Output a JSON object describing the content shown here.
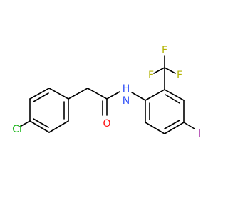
{
  "molecule": {
    "atoms": {
      "chlorine": "Cl",
      "oxygen": "O",
      "nitrogen": "N",
      "hydrogen": "H",
      "iodine": "I",
      "fluorine_top_left": "F",
      "fluorine_top_right": "F",
      "fluorine_right": "F"
    },
    "colors": {
      "bond": "#000000",
      "chlorine": "#1fb81f",
      "oxygen": "#ff0d0d",
      "nitrogen": "#3050f8",
      "iodine": "#940094",
      "fluorine": "#b3b300"
    }
  }
}
